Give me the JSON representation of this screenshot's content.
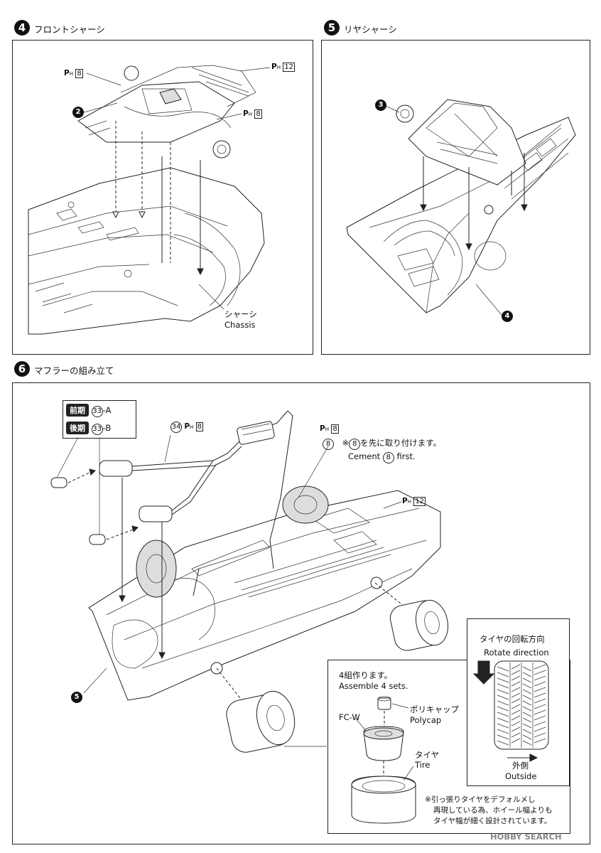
{
  "step4": {
    "num": "4",
    "title": "フロントシャーシ",
    "ph_a": "P",
    "ph_a_sub": "H",
    "ph_a_box": "8",
    "ph_b_box": "12",
    "ph_c_box": "8",
    "part": "2",
    "chassis_jp": "シャーシ",
    "chassis_en": "Chassis"
  },
  "step5": {
    "num": "5",
    "title": "リヤシャーシ",
    "part_top": "3",
    "part_bottom": "4"
  },
  "step6": {
    "num": "6",
    "title": "マフラーの組み立て",
    "early_label": "前期",
    "early_part": "33",
    "early_suffix": "-A",
    "late_label": "後期",
    "late_part": "33",
    "late_suffix": "-B",
    "part34": "34",
    "ph_box_34": "8",
    "ph_box_top": "8",
    "ph_box_right": "12",
    "cement_num": "8",
    "cement_jp_prefix": "※",
    "cement_jp_suffix": "を先に取り付けます。",
    "cement_en_prefix": "Cement",
    "cement_en_suffix": "first.",
    "part_left": "5",
    "wheel_box": {
      "assemble_jp": "4組作ります。",
      "assemble_en": "Assemble 4 sets.",
      "polycap_jp": "ポリキャップ",
      "polycap_en": "Polycap",
      "fcw": "FC-W",
      "tire_jp": "タイヤ",
      "tire_en": "Tire",
      "note_1": "※引っ張りタイヤをデフォルメし",
      "note_2": "再現している為、ホイール幅よりも",
      "note_3": "タイヤ幅が細く設計されています。"
    },
    "rotate_box": {
      "jp": "タイヤの回転方向",
      "en": "Rotate direction",
      "outside_jp": "外側",
      "outside_en": "Outside"
    }
  },
  "watermark": "HOBBY SEARCH"
}
